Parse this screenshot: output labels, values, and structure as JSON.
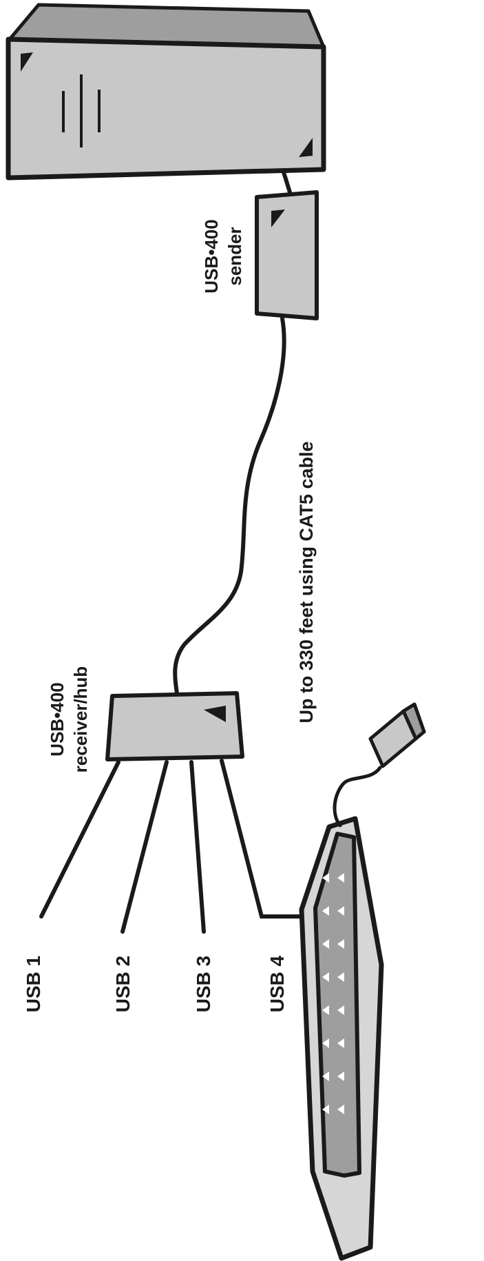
{
  "diagram": {
    "sender_label": {
      "line1": "USB•400",
      "line2": "sender"
    },
    "receiver_label": {
      "line1": "USB•400",
      "line2": "receiver/hub"
    },
    "cable_label": "Up to 330 feet using CAT5 cable",
    "ports": {
      "usb1": "USB 1",
      "usb2": "USB 2",
      "usb3": "USB 3",
      "usb4": "USB 4"
    },
    "colors": {
      "outline": "#1a1a1a",
      "device_fill": "#c8c8c8",
      "device_top": "#9e9e9e",
      "background": "#ffffff"
    }
  }
}
